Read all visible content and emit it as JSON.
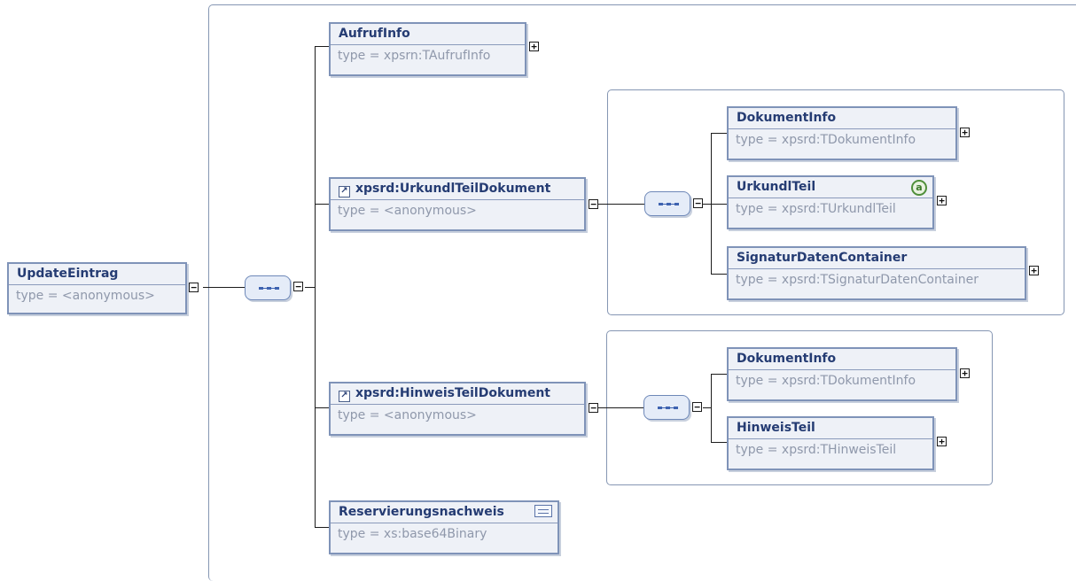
{
  "root": {
    "name": "UpdateEintrag",
    "type": "type = <anonymous>"
  },
  "children": [
    {
      "name": "AufrufInfo",
      "type": "type = xpsrn:TAufrufInfo"
    },
    {
      "name": "xpsrd:UrkundlTeilDokument",
      "type": "type = <anonymous>",
      "is_reference": true,
      "children": [
        {
          "name": "DokumentInfo",
          "type": "type = xpsrd:TDokumentInfo"
        },
        {
          "name": "UrkundlTeil",
          "type": "type = xpsrd:TUrkundlTeil",
          "has_attributes": true,
          "attribute_glyph": "a"
        },
        {
          "name": "SignaturDatenContainer",
          "type": "type = xpsrd:TSignaturDatenContainer"
        }
      ]
    },
    {
      "name": "xpsrd:HinweisTeilDokument",
      "type": "type = <anonymous>",
      "is_reference": true,
      "children": [
        {
          "name": "DokumentInfo",
          "type": "type = xpsrd:TDokumentInfo"
        },
        {
          "name": "HinweisTeil",
          "type": "type = xpsrd:THinweisTeil"
        }
      ]
    },
    {
      "name": "Reservierungsnachweis",
      "type": "type = xs:base64Binary",
      "has_documentation": true
    }
  ],
  "glyphs": {
    "expand": "+",
    "collapse": "−",
    "reference_arrow": "↗"
  },
  "colors": {
    "node_fill": "#eef1f7",
    "node_border": "#7f93b8",
    "name_text": "#253c73",
    "type_text": "#8f98ab",
    "connector": "#1c1c1c",
    "group_border": "#8596b3"
  }
}
